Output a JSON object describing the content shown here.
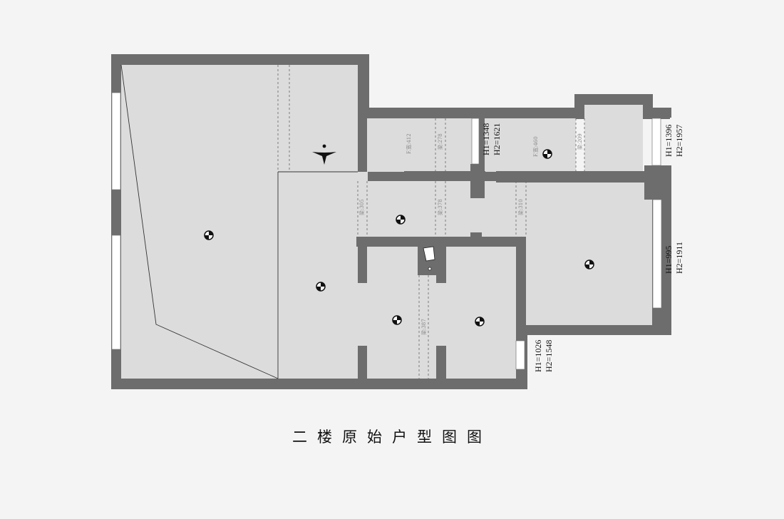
{
  "title": "二楼原始户型图图",
  "window_dims": [
    {
      "h1": "H1=1348",
      "h2": "H2=1621"
    },
    {
      "h1": "H1=1396",
      "h2": "H2=1957"
    },
    {
      "h1": "H1=995",
      "h2": "H2=1911"
    },
    {
      "h1": "H1=1026",
      "h2": "H2=1548"
    }
  ],
  "small_labels": [
    "F.宽:412",
    "F.宽:460",
    "梁:278",
    "梁:209",
    "梁:305",
    "梁:378",
    "梁:310",
    "梁:387"
  ],
  "colors": {
    "wall": "#6d6d6d",
    "floor": "#dcdcdc",
    "background": "#f4f4f4"
  }
}
